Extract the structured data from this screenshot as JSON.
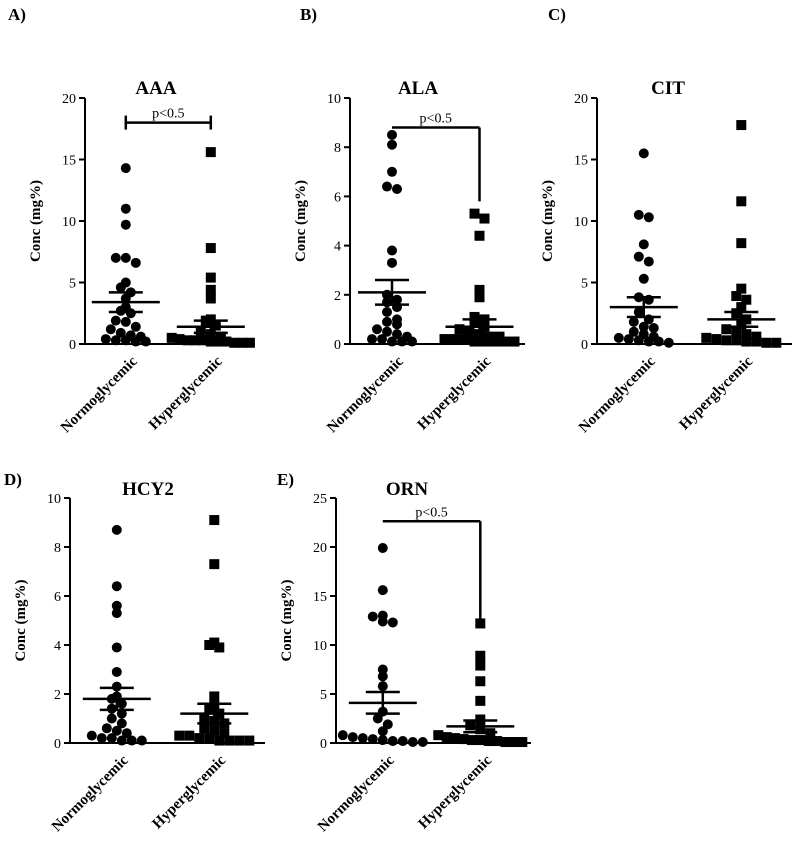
{
  "figure": {
    "panels": [
      {
        "letter": "A)"
      },
      {
        "letter": "B)"
      },
      {
        "letter": "C)"
      },
      {
        "letter": "D)"
      },
      {
        "letter": "E)"
      }
    ]
  },
  "colors": {
    "marker": "#000000",
    "axis": "#000000",
    "background": "#ffffff"
  },
  "chart_data": [
    {
      "type": "scatter",
      "panel": "A)",
      "title": "AAA",
      "ylabel": "Conc (mg%)",
      "ylim": [
        0,
        20
      ],
      "yticks": [
        0,
        5,
        10,
        15,
        20
      ],
      "categories": [
        "Normoglycemic",
        "Hyperglycemic"
      ],
      "significance": {
        "label": "p<0.5",
        "style": "bracket"
      },
      "series": [
        {
          "marker": "circle",
          "mean": 3.4,
          "sem": 0.8,
          "values": [
            14.3,
            11.0,
            9.7,
            7.0,
            6.6,
            7.0,
            5.0,
            4.6,
            4.2,
            3.7,
            3.0,
            2.7,
            2.5,
            1.9,
            1.8,
            1.4,
            1.2,
            0.9,
            0.7,
            0.6,
            0.4,
            0.3,
            0.3,
            0.2,
            0.2
          ]
        },
        {
          "marker": "square",
          "mean": 1.4,
          "sem": 0.5,
          "values": [
            15.6,
            7.8,
            5.4,
            4.4,
            3.7,
            2.0,
            1.9,
            1.5,
            1.0,
            0.8,
            0.6,
            0.5,
            0.4,
            0.3,
            0.3,
            0.3,
            0.2,
            0.2,
            0.2,
            0.1,
            0.1,
            0.1
          ]
        }
      ]
    },
    {
      "type": "scatter",
      "panel": "B)",
      "title": "ALA",
      "ylabel": "Conc (mg%)",
      "ylim": [
        0,
        10
      ],
      "yticks": [
        0,
        2,
        4,
        6,
        8,
        10
      ],
      "categories": [
        "Normoglycemic",
        "Hyperglycemic"
      ],
      "significance": {
        "label": "p<0.5",
        "style": "step"
      },
      "series": [
        {
          "marker": "circle",
          "mean": 2.1,
          "sem": 0.5,
          "values": [
            8.5,
            8.1,
            7.0,
            6.4,
            6.3,
            3.8,
            3.3,
            2.0,
            1.8,
            1.7,
            1.5,
            1.3,
            1.0,
            0.9,
            0.8,
            0.6,
            0.5,
            0.4,
            0.3,
            0.2,
            0.2,
            0.1,
            0.1,
            0.1
          ]
        },
        {
          "marker": "square",
          "mean": 0.7,
          "sem": 0.3,
          "values": [
            5.3,
            5.1,
            4.4,
            2.2,
            1.9,
            1.1,
            1.0,
            0.9,
            0.7,
            0.6,
            0.5,
            0.4,
            0.3,
            0.3,
            0.2,
            0.2,
            0.2,
            0.1,
            0.1,
            0.1,
            0.1,
            0.1
          ]
        }
      ]
    },
    {
      "type": "scatter",
      "panel": "C)",
      "title": "CIT",
      "ylabel": "Conc (mg%)",
      "ylim": [
        0,
        20
      ],
      "yticks": [
        0,
        5,
        10,
        15,
        20
      ],
      "categories": [
        "Normoglycemic",
        "Hyperglycemic"
      ],
      "series": [
        {
          "marker": "circle",
          "mean": 3.0,
          "sem": 0.8,
          "values": [
            15.5,
            10.5,
            10.3,
            8.1,
            7.1,
            6.7,
            5.3,
            3.8,
            3.6,
            2.6,
            2.0,
            1.8,
            1.4,
            1.3,
            1.0,
            0.8,
            0.6,
            0.5,
            0.4,
            0.3,
            0.2,
            0.2,
            0.1
          ]
        },
        {
          "marker": "square",
          "mean": 2.0,
          "sem": 0.6,
          "values": [
            17.8,
            11.6,
            8.2,
            4.5,
            3.9,
            3.6,
            3.0,
            2.5,
            2.0,
            1.6,
            1.2,
            1.0,
            0.8,
            0.6,
            0.5,
            0.4,
            0.3,
            0.3,
            0.2,
            0.2,
            0.1,
            0.1
          ]
        }
      ]
    },
    {
      "type": "scatter",
      "panel": "D)",
      "title": "HCY2",
      "ylabel": "Conc (mg%)",
      "ylim": [
        0,
        10
      ],
      "yticks": [
        0,
        2,
        4,
        6,
        8,
        10
      ],
      "categories": [
        "Normoglycemic",
        "Hyperglycemic"
      ],
      "series": [
        {
          "marker": "circle",
          "mean": 1.8,
          "sem": 0.45,
          "values": [
            8.7,
            6.4,
            5.6,
            5.3,
            3.9,
            2.9,
            2.3,
            1.9,
            1.8,
            1.6,
            1.4,
            1.2,
            1.0,
            0.8,
            0.6,
            0.5,
            0.4,
            0.3,
            0.2,
            0.2,
            0.1,
            0.1,
            0.1
          ]
        },
        {
          "marker": "square",
          "mean": 1.2,
          "sem": 0.4,
          "values": [
            9.1,
            7.3,
            4.1,
            4.0,
            3.9,
            1.9,
            1.5,
            1.4,
            1.2,
            1.0,
            0.9,
            0.8,
            0.6,
            0.5,
            0.4,
            0.3,
            0.3,
            0.2,
            0.2,
            0.1,
            0.1,
            0.1,
            0.1
          ]
        }
      ]
    },
    {
      "type": "scatter",
      "panel": "E)",
      "title": "ORN",
      "ylabel": "Conc (mg%)",
      "ylim": [
        0,
        25
      ],
      "yticks": [
        0,
        5,
        10,
        15,
        20,
        25
      ],
      "categories": [
        "Normoglycemic",
        "Hyperglycemic"
      ],
      "significance": {
        "label": "p<0.5",
        "style": "step"
      },
      "series": [
        {
          "marker": "circle",
          "mean": 4.1,
          "sem": 1.1,
          "values": [
            19.9,
            15.6,
            13.0,
            12.9,
            12.4,
            12.3,
            7.5,
            6.8,
            5.8,
            3.2,
            2.5,
            1.9,
            1.2,
            0.8,
            0.6,
            0.5,
            0.4,
            0.3,
            0.2,
            0.2,
            0.1,
            0.1
          ]
        },
        {
          "marker": "square",
          "mean": 1.7,
          "sem": 0.6,
          "values": [
            12.2,
            8.9,
            7.9,
            6.3,
            4.3,
            2.4,
            1.8,
            1.4,
            1.0,
            0.8,
            0.6,
            0.5,
            0.4,
            0.3,
            0.3,
            0.2,
            0.2,
            0.1,
            0.1,
            0.1
          ]
        }
      ]
    }
  ]
}
